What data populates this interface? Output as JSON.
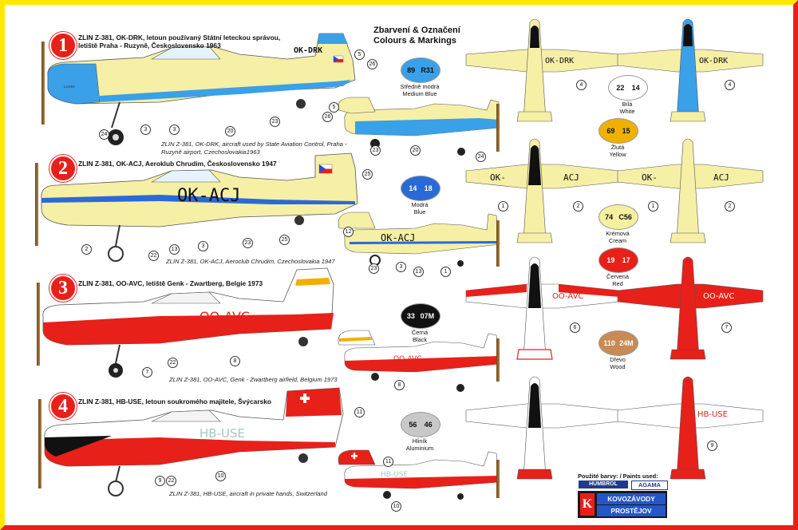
{
  "legend": {
    "title_cz": "Zbarvení & Označení",
    "title_en": "Colours & Markings",
    "swatches": [
      {
        "a": "89",
        "b": "R31",
        "cz": "Středně modrá",
        "en": "Medium Blue",
        "color": "#3aa0e8",
        "text": "#111"
      },
      {
        "a": "22",
        "b": "14",
        "cz": "Bílá",
        "en": "White",
        "color": "#ffffff",
        "text": "#111"
      },
      {
        "a": "69",
        "b": "15",
        "cz": "Žlutá",
        "en": "Yellow",
        "color": "#f0b000",
        "text": "#111"
      },
      {
        "a": "14",
        "b": "18",
        "cz": "Modrá",
        "en": "Blue",
        "color": "#2a6ad8",
        "text": "#ffffff"
      },
      {
        "a": "74",
        "b": "C56",
        "cz": "Krémová",
        "en": "Cream",
        "color": "#f5efa0",
        "text": "#111"
      },
      {
        "a": "19",
        "b": "17",
        "cz": "Červená",
        "en": "Red",
        "color": "#e8201a",
        "text": "#ffffff"
      },
      {
        "a": "33",
        "b": "07M",
        "cz": "Černá",
        "en": "Black",
        "color": "#111111",
        "text": "#ffffff"
      },
      {
        "a": "110",
        "b": "24M",
        "cz": "Dřevo",
        "en": "Wood",
        "color": "#c98a55",
        "text": "#ffffff"
      },
      {
        "a": "56",
        "b": "46",
        "cz": "Hliník",
        "en": "Aluminium",
        "color": "#c8c8c8",
        "text": "#111"
      }
    ]
  },
  "schemes": [
    {
      "num": "1",
      "title": "ZLIN Z-381, OK-DRK, letoun používaný Státní leteckou správou,\nletiště Praha - Ruzyně, Československo 1963",
      "caption": "ZLIN Z-381, OK-DRK, aircraft used by State Aviation Control,  Praha -\nRuzyně airport, Czechoslovakia1963",
      "reg": "OK-DRK"
    },
    {
      "num": "2",
      "title": "ZLIN Z-381, OK-ACJ, Aeroklub Chrudim, Československo 1947",
      "caption": "ZLIN Z-381, OK-ACJ, Aeroclub Chrudim, Czechoslovakia 1947",
      "reg": "OK-ACJ"
    },
    {
      "num": "3",
      "title": "ZLIN Z-381, OO-AVC, letiště Genk - Zwartberg, Belgie 1973",
      "caption": "ZLIN Z-381, OO-AVC, Genk - Zwartberg airfield, Belgium 1973",
      "reg": "OO-AVC"
    },
    {
      "num": "4",
      "title": "ZLIN Z-381, HB-USE, letoun soukromého majitele, Švýcarsko",
      "caption": "ZLIN Z-381, HB-USE, aircraft in private hands, Switzerland",
      "reg": "HB-USE"
    }
  ],
  "plan_regs": {
    "s1a": "OK-",
    "s1b": "DRK",
    "s2a": "OK-",
    "s2b": "ACJ",
    "s3": "OO-AVC",
    "s4": "HB-USE"
  },
  "small_regs": {
    "s2": "OK-ACJ",
    "s3": "OO-AVC",
    "s4": "HB-USE"
  },
  "side_text": {
    "s1": "DOBŘE",
    "s2": "OK-ACJ"
  },
  "callouts": {
    "s1": [
      "5",
      "26",
      "24",
      "3",
      "3",
      "20",
      "23",
      "5",
      "26",
      "23",
      "20",
      "24",
      "4",
      "4"
    ],
    "s2": [
      "25",
      "12",
      "2",
      "22",
      "13",
      "3",
      "23",
      "25",
      "23",
      "3",
      "13",
      "1",
      "1",
      "2",
      "1",
      "2"
    ],
    "s3": [
      "7",
      "22",
      "8",
      "8",
      "6",
      "7"
    ],
    "s4": [
      "11",
      "9",
      "22",
      "10",
      "11",
      "10",
      "9"
    ]
  },
  "paints_label": "Použité barvy: / Paints used:",
  "logo_humbrol": "HUMBROL",
  "logo_agama": "AGAMA",
  "kv_mark": "K",
  "kv_line1": "KOVOZÁVODY",
  "kv_line2": "PROSTĚJOV"
}
